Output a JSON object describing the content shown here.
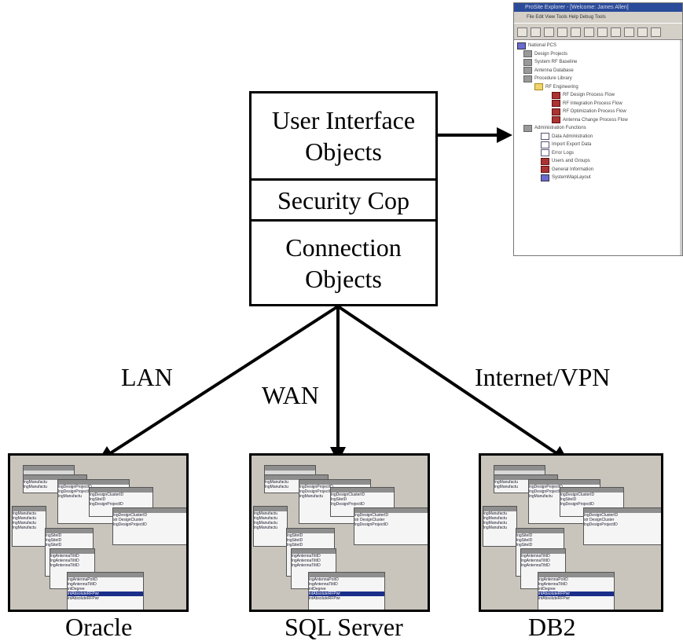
{
  "diagram": {
    "box_ui": "User Interface Objects",
    "box_ui_line1": "User Interface",
    "box_ui_line2": "Objects",
    "box_security": "Security Cop",
    "box_conn_line1": "Connection",
    "box_conn_line2": "Objects",
    "link_lan": "LAN",
    "link_wan": "WAN",
    "link_vpn": "Internet/VPN",
    "db_oracle": "Oracle",
    "db_sql": "SQL Server",
    "db_db2": "DB2"
  },
  "explorer": {
    "title": "ProSite Explorer - [Welcome: James Allen]",
    "menu": "File  Edit  View  Tools  Help  Debug Tools",
    "root": "National PCS",
    "items": [
      "Design Projects",
      "System RF Baseline",
      "Antenna Database",
      "Procedure Library",
      "RF Engineering",
      "RF Design Process Flow",
      "RF Integration Process Flow",
      "RF Optimization Process Flow",
      "Antenna Change Process Flow",
      "Administration Functions",
      "Data Administration",
      "Import Export Data",
      "Error Logs",
      "Users and Groups",
      "General Information",
      "SystemMapLayout"
    ]
  },
  "thumb_fields": {
    "a": "lngDesignProjectID",
    "b": "lngDesignClusterID",
    "c": "lngSiteID",
    "d": "lngAntennaTiltID",
    "e": "lngAntennaPoItD",
    "f": "str DesignCluster",
    "g": "intDegree",
    "h": "intAbsoluteRFPwr",
    "i": "lngManufactu"
  },
  "colors": {
    "title_bar": "#2a4b9a",
    "thumb_bg": "#c9c5bc",
    "selected_row": "#1b2f8a"
  }
}
